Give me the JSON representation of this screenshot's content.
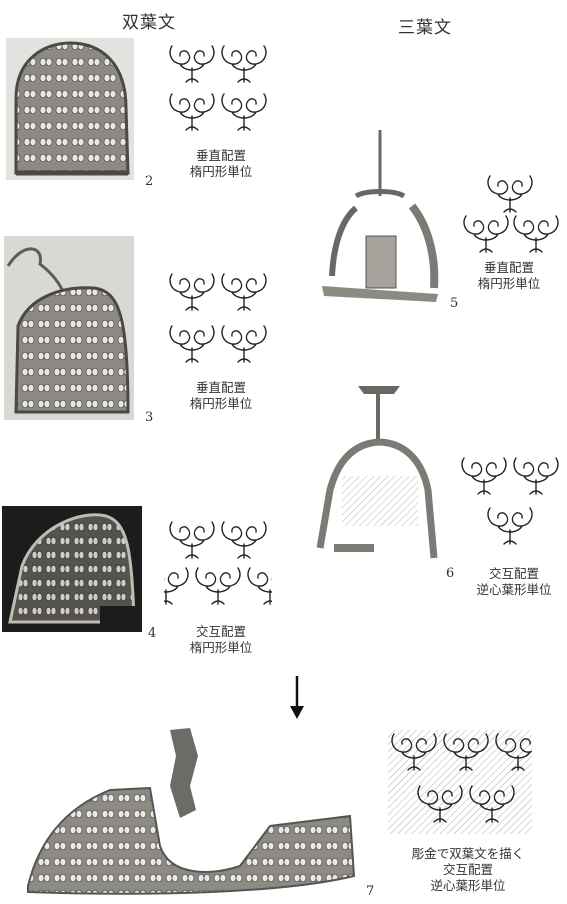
{
  "headers": {
    "left": "双葉文",
    "right": "三葉文"
  },
  "items": [
    {
      "num": "2",
      "line1": "垂直配置",
      "line2": "楕円形単位"
    },
    {
      "num": "3",
      "line1": "垂直配置",
      "line2": "楕円形単位"
    },
    {
      "num": "4",
      "line1": "交互配置",
      "line2": "楕円形単位"
    },
    {
      "num": "5",
      "line1": "垂直配置",
      "line2": "楕円形単位"
    },
    {
      "num": "6",
      "line1": "交互配置",
      "line2": "逆心葉形単位"
    },
    {
      "num": "7",
      "line1": "彫金で双葉文を描く",
      "line2": "交互配置",
      "line3": "逆心葉形単位"
    }
  ],
  "colors": {
    "ink": "#222222",
    "metal": "#7b7a74",
    "photo_bg": "#d8d6d2",
    "dark_bg": "#1c1c1c"
  }
}
